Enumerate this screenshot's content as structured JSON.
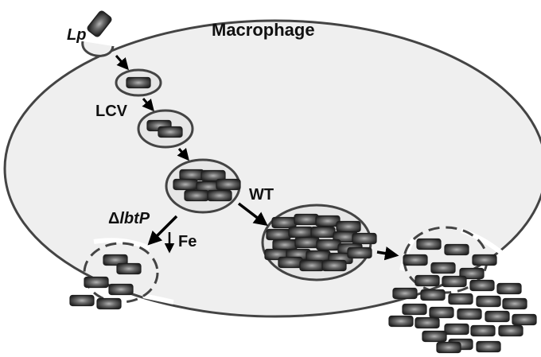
{
  "diagram": {
    "title": "Macrophage",
    "labels": {
      "lp": "Lp",
      "lcv": "LCV",
      "wt": "WT",
      "delta": "Δ",
      "lbtp": "lbtP",
      "fe": "Fe"
    },
    "colors": {
      "cell_fill": "#efefef",
      "outline": "#444444",
      "bacterium_dark": "#2b2b2b",
      "bacterium_light": "#a9a9a9",
      "arrow": "#000000"
    }
  }
}
